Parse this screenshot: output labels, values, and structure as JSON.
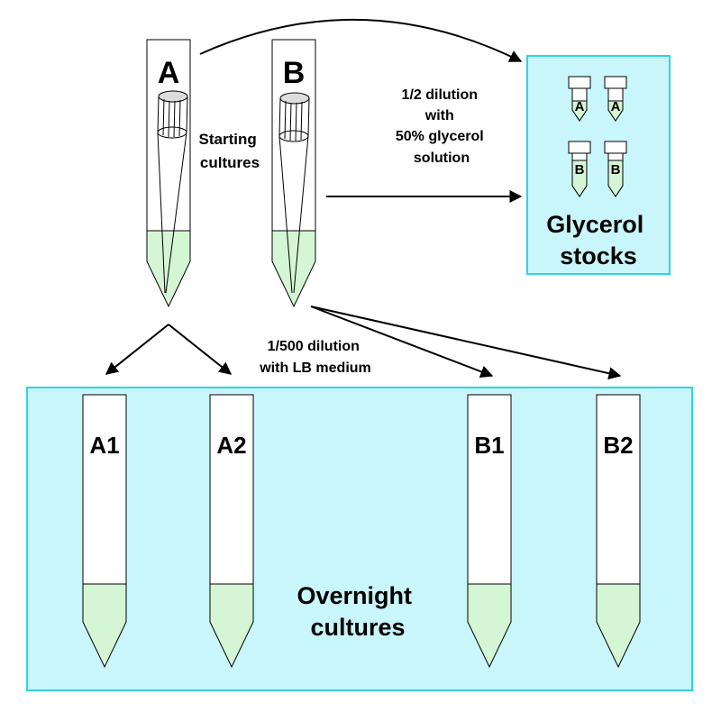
{
  "starting_tubes": {
    "a_label": "A",
    "b_label": "B",
    "caption_line1": "Starting",
    "caption_line2": "cultures"
  },
  "glycerol": {
    "dilution_line1": "1/2 dilution",
    "dilution_line2": "with",
    "dilution_line3": "50% glycerol",
    "dilution_line4": "solution",
    "vial_labels": [
      "A",
      "A",
      "B",
      "B"
    ],
    "title_line1": "Glycerol",
    "title_line2": "stocks"
  },
  "overnight": {
    "dilution_line1": "1/500 dilution",
    "dilution_line2": "with LB medium",
    "tube_labels": [
      "A1",
      "A2",
      "B1",
      "B2"
    ],
    "title_line1": "Overnight",
    "title_line2": "cultures"
  },
  "colors": {
    "liquid": "#d4f6d4",
    "box_fill": "#c8f6fa",
    "box_border": "#2fd3e6"
  }
}
